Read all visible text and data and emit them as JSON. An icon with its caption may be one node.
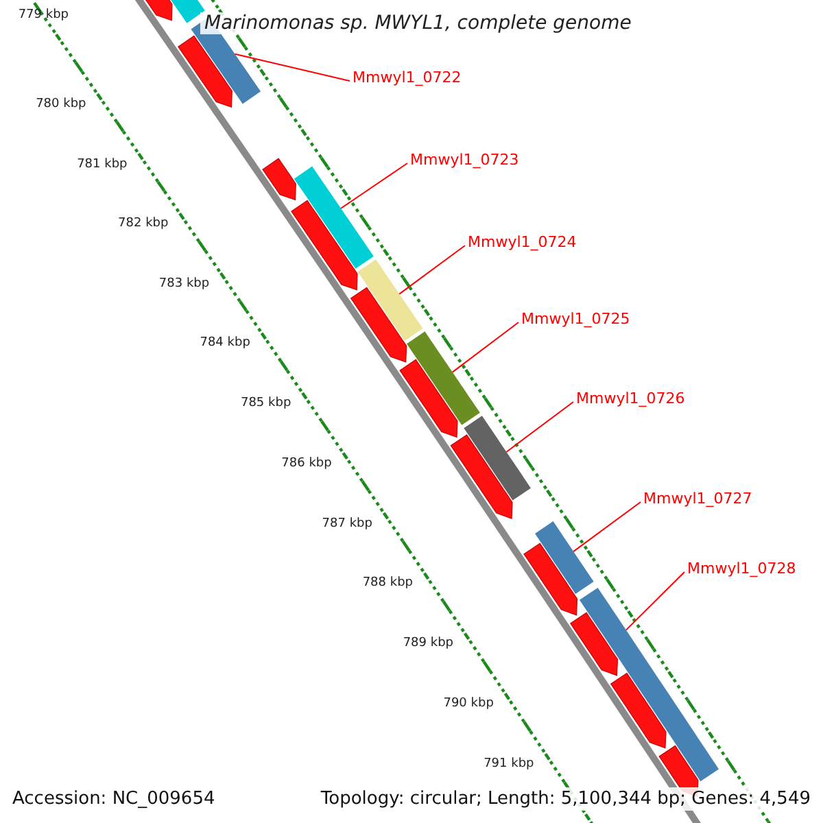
{
  "diagram": {
    "title": "Marinomonas sp. MWYL1, complete genome",
    "nodes": [
      {
        "text": [
          "Mmwyl1_0722"
        ]
      },
      {
        "text": [],
        "shape": "bar"
      },
      {
        "text": [
          "Mmwyl1_0723"
        ]
      },
      {
        "text": [],
        "shape": "bar"
      },
      {
        "text": [
          "Mmwyl1_0724"
        ]
      },
      {
        "text": [],
        "shape": "bar"
      },
      {
        "text": [
          "Mmwyl1_0725"
        ]
      },
      {
        "text": [],
        "shape": "bar"
      },
      {
        "text": [
          "Mmwyl1_0726"
        ]
      },
      {
        "text": [],
        "shape": "bar"
      },
      {
        "text": [
          "Mmwyl1_0727"
        ]
      },
      {
        "text": [],
        "shape": "bar"
      },
      {
        "text": [
          "Mmwyl1_0728"
        ]
      },
      {
        "text": [],
        "shape": "bar"
      }
    ],
    "edges": [
      {
        "from": 0,
        "to": 1,
        "arrow": "none"
      },
      {
        "from": 2,
        "to": 3,
        "arrow": "none"
      },
      {
        "from": 4,
        "to": 5,
        "arrow": "none"
      },
      {
        "from": 6,
        "to": 7,
        "arrow": "none"
      },
      {
        "from": 8,
        "to": 9,
        "arrow": "none"
      },
      {
        "from": 10,
        "to": 11,
        "arrow": "none"
      },
      {
        "from": 12,
        "to": 13,
        "arrow": "none"
      }
    ],
    "labels": [
      "779 kbp",
      "780 kbp",
      "781 kbp",
      "782 kbp",
      "783 kbp",
      "784 kbp",
      "785 kbp",
      "786 kbp",
      "787 kbp",
      "788 kbp",
      "789 kbp",
      "790 kbp",
      "791 kbp",
      "Accession: NC_009654",
      "Topology: circular; Length: 5,100,344 bp; Genes: 4,549"
    ]
  }
}
